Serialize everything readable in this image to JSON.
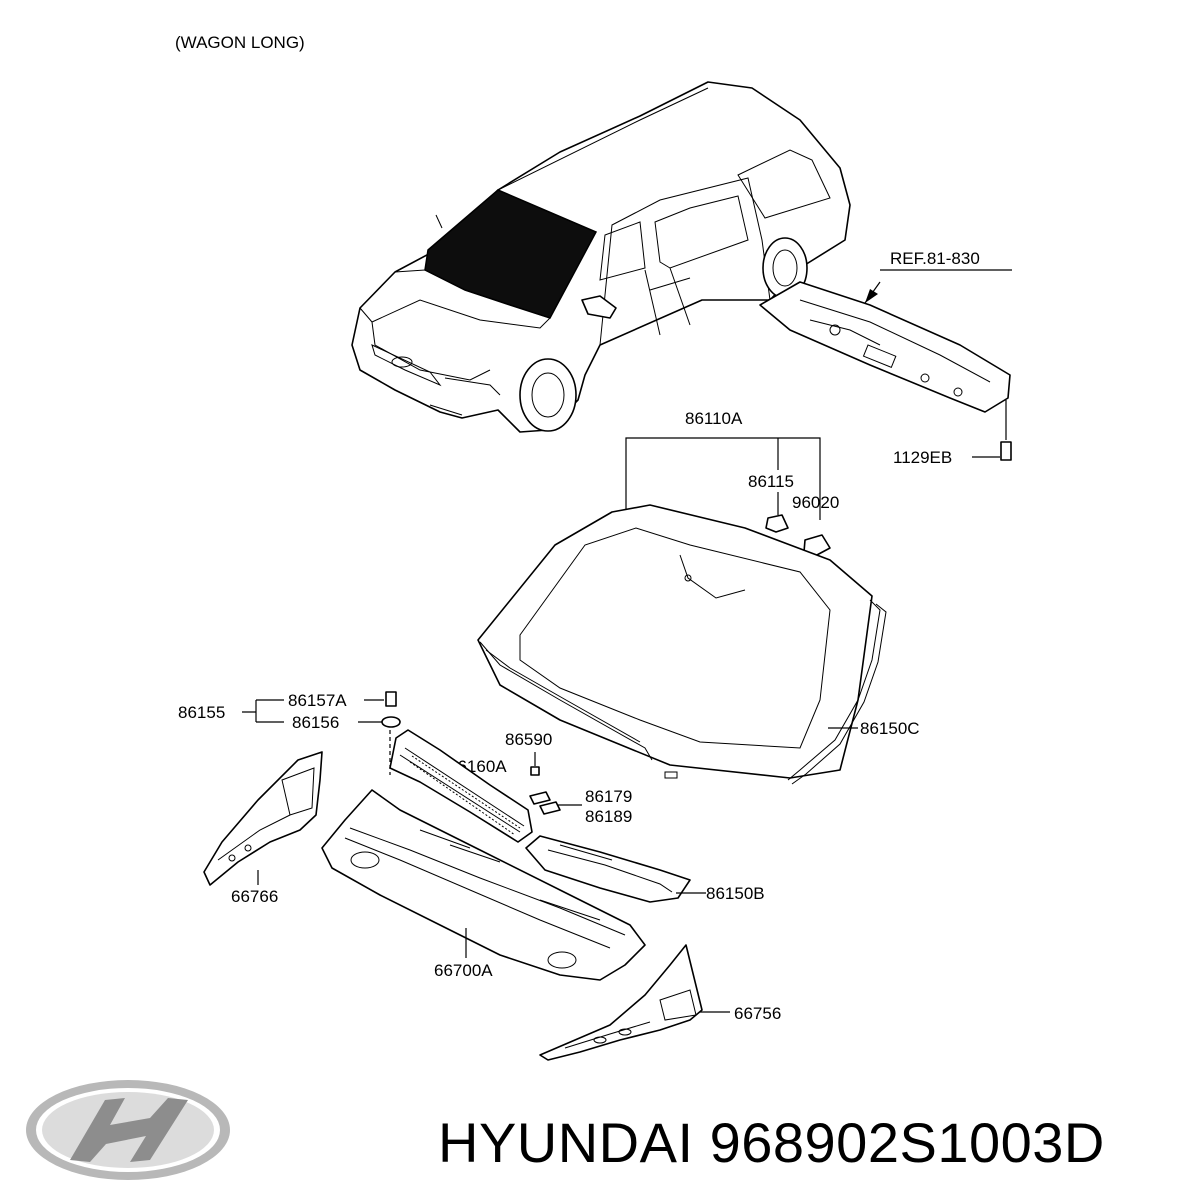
{
  "header": {
    "variant": "(WAGON LONG)"
  },
  "callouts": {
    "ref": "REF.81-830",
    "bolt": "1129EB",
    "windshield_assy": "86110A",
    "clip": "86115",
    "sensor_pad": "96020",
    "molding_side": "86150C",
    "group": "86155",
    "retainer_a": "86157A",
    "retainer": "86156",
    "grommet": "86590",
    "cowl_grille": "86160A",
    "clip_a": "86179",
    "clip_b": "86189",
    "cover_right": "86150B",
    "side_left": "66766",
    "cowl_panel": "66700A",
    "side_right": "66756"
  },
  "footer": {
    "brand": "HYUNDAI",
    "part_number": "968902S1003D"
  },
  "colors": {
    "ink": "#000000",
    "background": "#ffffff",
    "logo": "#9a9a9a"
  },
  "icons": {
    "logo": "hyundai-logo-icon"
  }
}
